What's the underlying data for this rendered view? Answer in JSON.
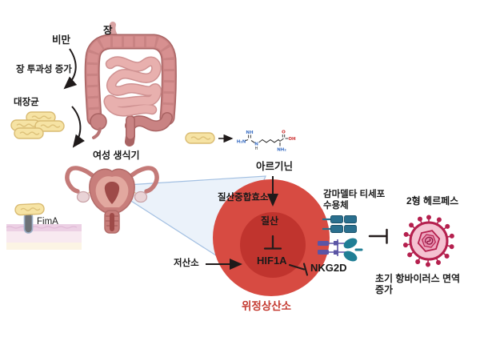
{
  "diagram_title": "obesity-gut-ecoli-herpes-immunity-pathway",
  "labels": {
    "obesity": "비만",
    "gut": "장",
    "gut_permeability": "장 투과성 증가",
    "ecoli": "대장균",
    "female_genital": "여성 생식기",
    "fima": "FimA",
    "arginine": "아르기닌",
    "nitric_synthase": "질산중합효소",
    "nitrate": "질산",
    "hif1a": "HIF1A",
    "hypoxia": "저산소",
    "nkg2d": "NKG2D",
    "gd_tcr_line1": "감마델타 티세포",
    "gd_tcr_line2": "수용체",
    "herpes_type2": "2형 헤르페스",
    "immunity_line1": "초기 항바이러스 면역",
    "immunity_line2": "증가",
    "pseudo_normoxia": "위정상산소"
  },
  "molecule": {
    "nh": "NH",
    "h2n": "H₂N",
    "n": "N",
    "h": "H",
    "o": "O",
    "oh": "OH",
    "nh2": "NH₂"
  },
  "icons": {
    "intestine": "colon-and-small-intestine-illustration",
    "bacteria_cluster": "e-coli-bacteria-pills",
    "uterus": "female-reproductive-organ-illustration",
    "fima_pilus": "bacterium-with-fima-pilus-on-mucosa",
    "magnifier_cone": "zoom-cone-from-uterus-to-cell",
    "cell": "red-cell-with-nucleus",
    "arginine_molecule": "arginine-chemical-structure",
    "tcr_receptor": "gamma-delta-tcr-receptor",
    "nkg2d_receptor": "nkg2d-receptor",
    "virus": "herpes-virus-particle"
  },
  "colors": {
    "cell_outer": "#d74b42",
    "cell_inner": "#c0342e",
    "accent_red_text": "#c43a30",
    "bacteria_fill": "#f6e3a4",
    "bacteria_outline": "#d9bb72",
    "colon": "#c98383",
    "colon_dark": "#a96363",
    "small_intestine": "#e8b0ae",
    "uterus_body": "#c87e7b",
    "uterus_canal": "#9e4a48",
    "receptor_teal": "#2a6f8e",
    "receptor_claw_teal": "#1f7e95",
    "receptor_purple": "#5b55a5",
    "virus_outline": "#b5204e",
    "virus_fill": "#f4c2d1",
    "cone_fill": "#e9f1fa",
    "cone_stroke": "#a3c0e2",
    "molecule_nitrogen": "#3b6fc4",
    "molecule_oxygen": "#cc2b2b",
    "line_black": "#1f1a1a"
  }
}
